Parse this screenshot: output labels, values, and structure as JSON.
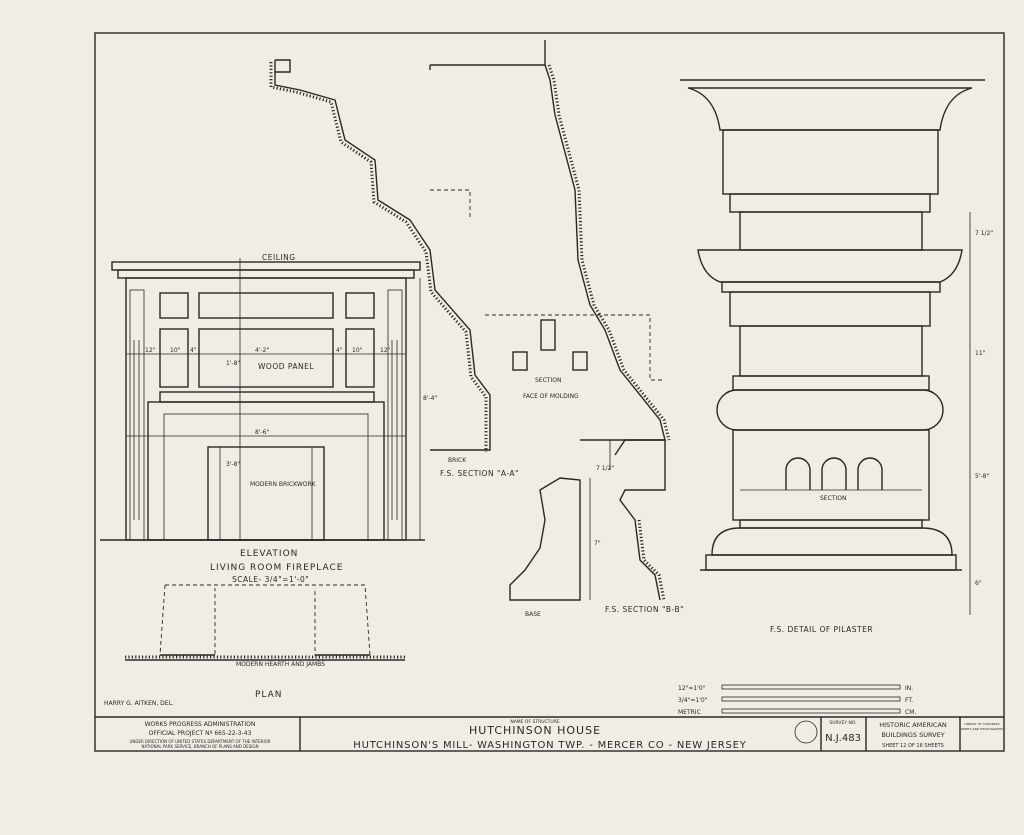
{
  "elevation": {
    "ceiling": "CEILING",
    "wood_panel": "WOOD PANEL",
    "brickwork": "MODERN BRICKWORK",
    "title": "ELEVATION",
    "subtitle": "LIVING ROOM FIREPLACE",
    "scale": "SCALE- 3/4\"=1'-0\"",
    "dims": [
      "12\"",
      "10\"",
      "4\"",
      "4'-2\"",
      "4\"",
      "10\"",
      "12\"",
      "8'-6\"",
      "8'-4\"",
      "3'-8\"",
      "1'-8\""
    ]
  },
  "plan": {
    "label": "MODERN HEARTH AND JAMBS",
    "title": "PLAN"
  },
  "delineator": "HARRY G. AITKEN, DEL.",
  "section_aa": {
    "section": "SECTION",
    "face": "FACE OF MOLDING",
    "brick": "BRICK",
    "title": "F.S. SECTION \"A-A\""
  },
  "section_bb": {
    "base": "BASE",
    "title": "F.S. SECTION \"B-B\"",
    "dims": [
      "7 1/2\"",
      "7\""
    ]
  },
  "pilaster": {
    "section": "SECTION",
    "title": "F.S. DETAIL OF PILASTER",
    "dims": [
      "7 1/2\"",
      "11\"",
      "5'-8\"",
      "6\""
    ]
  },
  "scales": {
    "s1": "12\"=1'0\"",
    "s2": "3/4\"=1'0\"",
    "s3": "METRIC",
    "u1": "IN.",
    "u2": "FT.",
    "u3": "CM."
  },
  "title_block": {
    "agency1": "WORKS PROGRESS ADMINISTRATION",
    "agency2": "OFFICIAL PROJECT Nº 665-22-3-43",
    "agency3": "UNDER DIRECTION OF UNITED STATES DEPARTMENT OF THE INTERIOR",
    "agency4": "NATIONAL PARK SERVICE, BRANCH OF PLANS AND DESIGN",
    "name_label": "NAME OF STRUCTURE",
    "name": "HUTCHINSON HOUSE",
    "location": "HUTCHINSON'S MILL- WASHINGTON TWP. - MERCER CO - NEW JERSEY",
    "survey_label": "SURVEY NO.",
    "survey_no": "N.J.483",
    "habs1": "HISTORIC AMERICAN",
    "habs2": "BUILDINGS SURVEY",
    "sheet": "SHEET 12 OF 16 SHEETS",
    "loc1": "LIBRARY OF CONGRESS",
    "loc2": "PRINTS AND PHOTOGRAPHS"
  }
}
